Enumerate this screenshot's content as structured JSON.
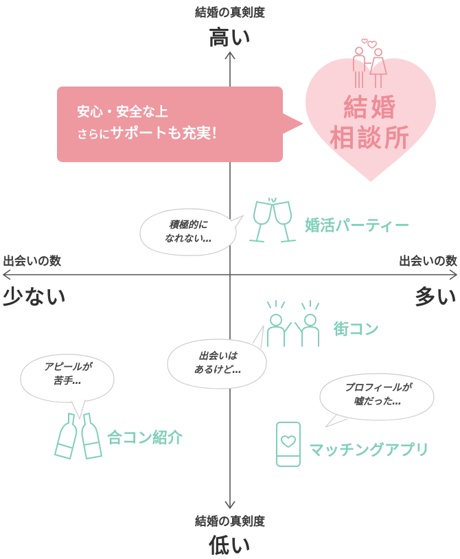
{
  "axis": {
    "top_caption": "結婚の真剣度",
    "top_level": "高い",
    "bottom_caption": "結婚の真剣度",
    "bottom_level": "低い",
    "left_caption": "出会いの数",
    "left_level": "少ない",
    "right_caption": "出会いの数",
    "right_level": "多い"
  },
  "callout": {
    "line1": "安心・安全な上",
    "line2_prefix": "さらに",
    "line2_main": "サポートも充実！"
  },
  "agency": {
    "line1": "結婚",
    "line2": "相談所"
  },
  "categories": {
    "party": "婚活パーティー",
    "machicon": "街コン",
    "goukon": "合コン紹介",
    "app": "マッチングアプリ"
  },
  "bubbles": {
    "party": [
      "積極的に",
      "なれない…"
    ],
    "machicon": [
      "出会いは",
      "あるけど…"
    ],
    "goukon": [
      "アピールが",
      "苦手…"
    ],
    "app": [
      "プロフィールが",
      "嘘だった…"
    ]
  },
  "colors": {
    "pink": "#ee98a0",
    "heart": "#fbd4d9",
    "mint": "#7fcfb9",
    "axis": "#555555"
  }
}
